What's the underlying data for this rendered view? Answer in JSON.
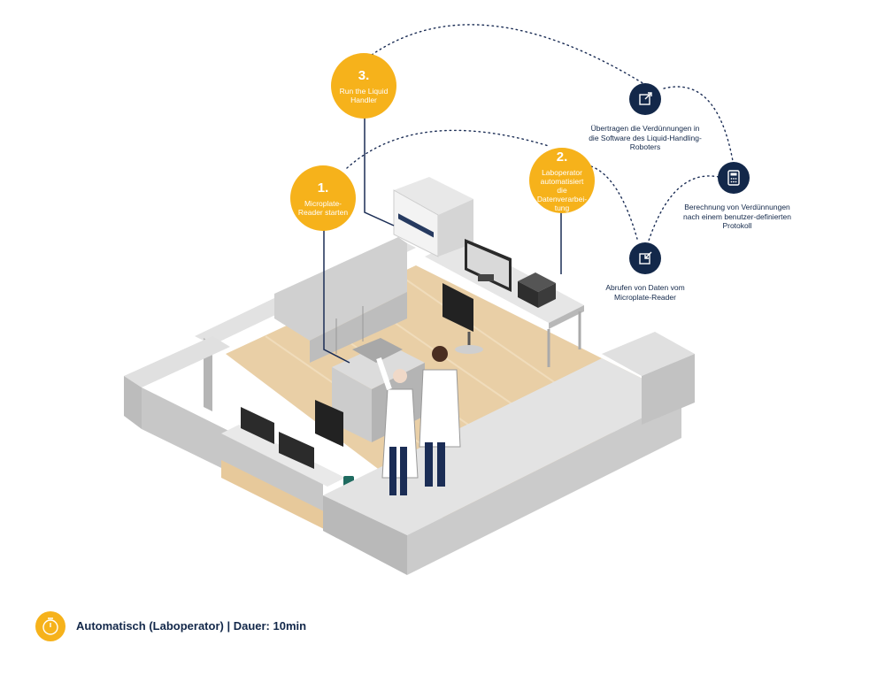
{
  "steps": [
    {
      "number": "1.",
      "text": "Microplate-Reader starten"
    },
    {
      "number": "2.",
      "text": "Laboperator automatisiert die Datenverarbei-tung"
    },
    {
      "number": "3.",
      "text": "Run the Liquid Handler"
    }
  ],
  "workflow_nodes": [
    {
      "icon": "export-icon",
      "label": "Übertragen die Verdünnungen in die Software des Liquid-Handling-Roboters"
    },
    {
      "icon": "calculator-icon",
      "label": "Berechnung von Verdünnungen nach einem benutzer-definierten Protokoll"
    },
    {
      "icon": "import-icon",
      "label": "Abrufen von Daten vom Microplate-Reader"
    }
  ],
  "footer": {
    "icon": "timer-icon",
    "text": "Automatisch (Laboperator) | Dauer: 10min"
  },
  "colors": {
    "accent": "#f6b21b",
    "navy": "#13284a",
    "floor": "#e9cfa6",
    "walls": "#c8c8c8"
  }
}
